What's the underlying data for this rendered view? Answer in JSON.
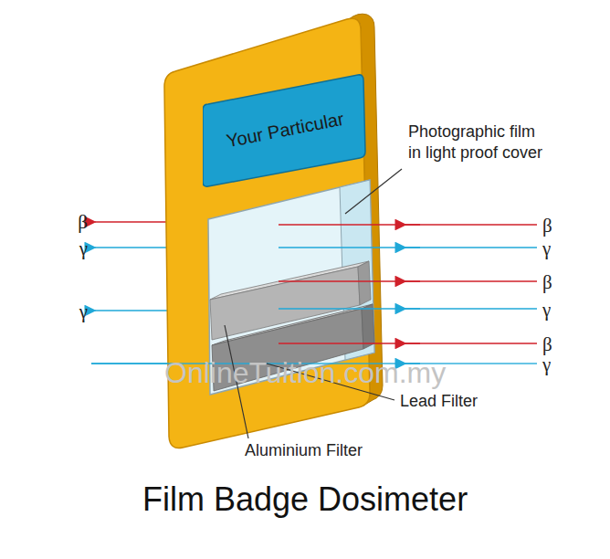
{
  "diagram": {
    "title": "Film Badge Dosimeter",
    "nodes": [
      {
        "text": [
          "Your Particular"
        ]
      }
    ],
    "labels": [
      "Photographic film in light proof cover",
      "Lead Filter",
      "Aluminium Filter",
      "β",
      "γ",
      "γ",
      "β",
      "γ",
      "β",
      "γ",
      "β",
      "γ",
      "OnlineTuition.com.my"
    ]
  }
}
